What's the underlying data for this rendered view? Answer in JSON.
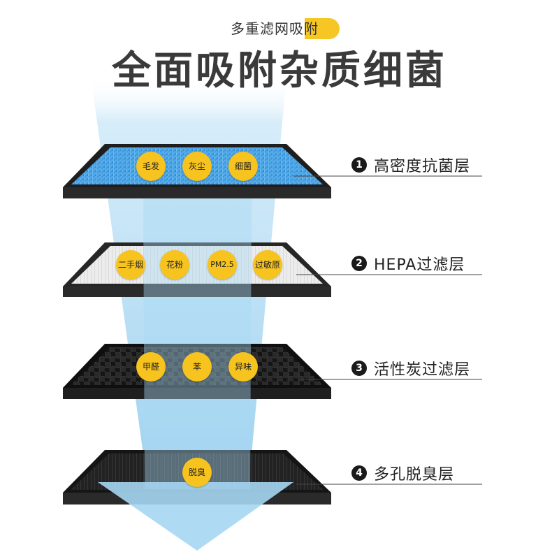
{
  "header": {
    "tagline": "多重滤网吸附",
    "headline": "全面吸附杂质细菌"
  },
  "layers": [
    {
      "number": "1",
      "label": "高密度抗菌层",
      "badges": [
        "毛发",
        "灰尘",
        "细菌"
      ]
    },
    {
      "number": "2",
      "label": "HEPA过滤层",
      "badges": [
        "二手烟",
        "花粉",
        "PM2.5",
        "过敏原"
      ]
    },
    {
      "number": "3",
      "label": "活性炭过滤层",
      "badges": [
        "甲醛",
        "苯",
        "异味"
      ]
    },
    {
      "number": "4",
      "label": "多孔脱臭层",
      "badges": [
        "脱臭"
      ]
    }
  ],
  "colors": {
    "badge": "#f7c31f",
    "tagline_highlight": "#f6c624",
    "airflow": "#9fd2f0",
    "antibacterial_layer": "#3f95d8",
    "hepa_layer": "#e6e6e6",
    "carbon_layer": "#1c1c1c",
    "deodor_layer": "#222222"
  }
}
